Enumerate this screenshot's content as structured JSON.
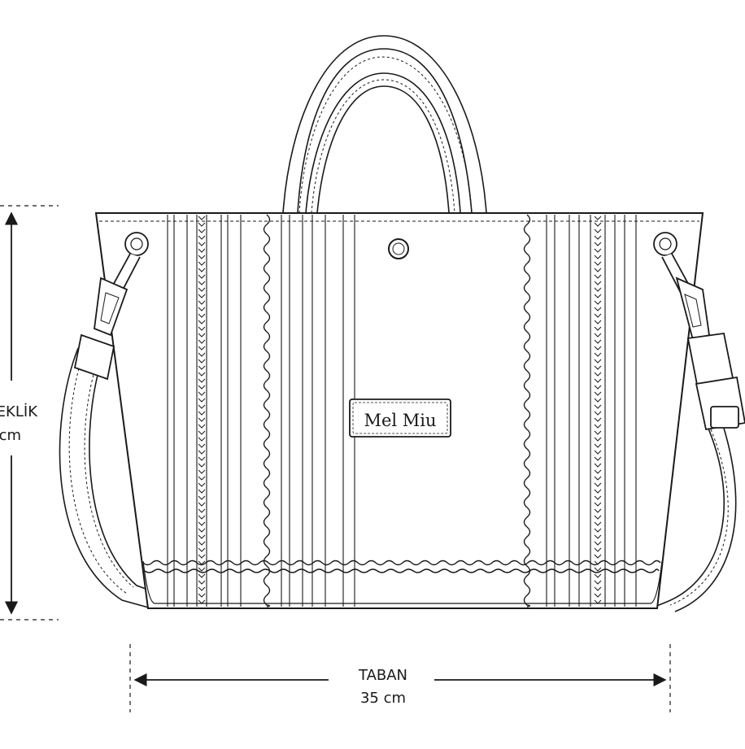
{
  "dimensions": {
    "height_label": "YÜKSEKLİK",
    "height_value": "cm",
    "base_label": "TABAN",
    "base_value": "35 cm"
  },
  "bag": {
    "brand_label": "Mel Miu"
  },
  "colors": {
    "line": "#1a1a1a",
    "background": "#ffffff"
  }
}
